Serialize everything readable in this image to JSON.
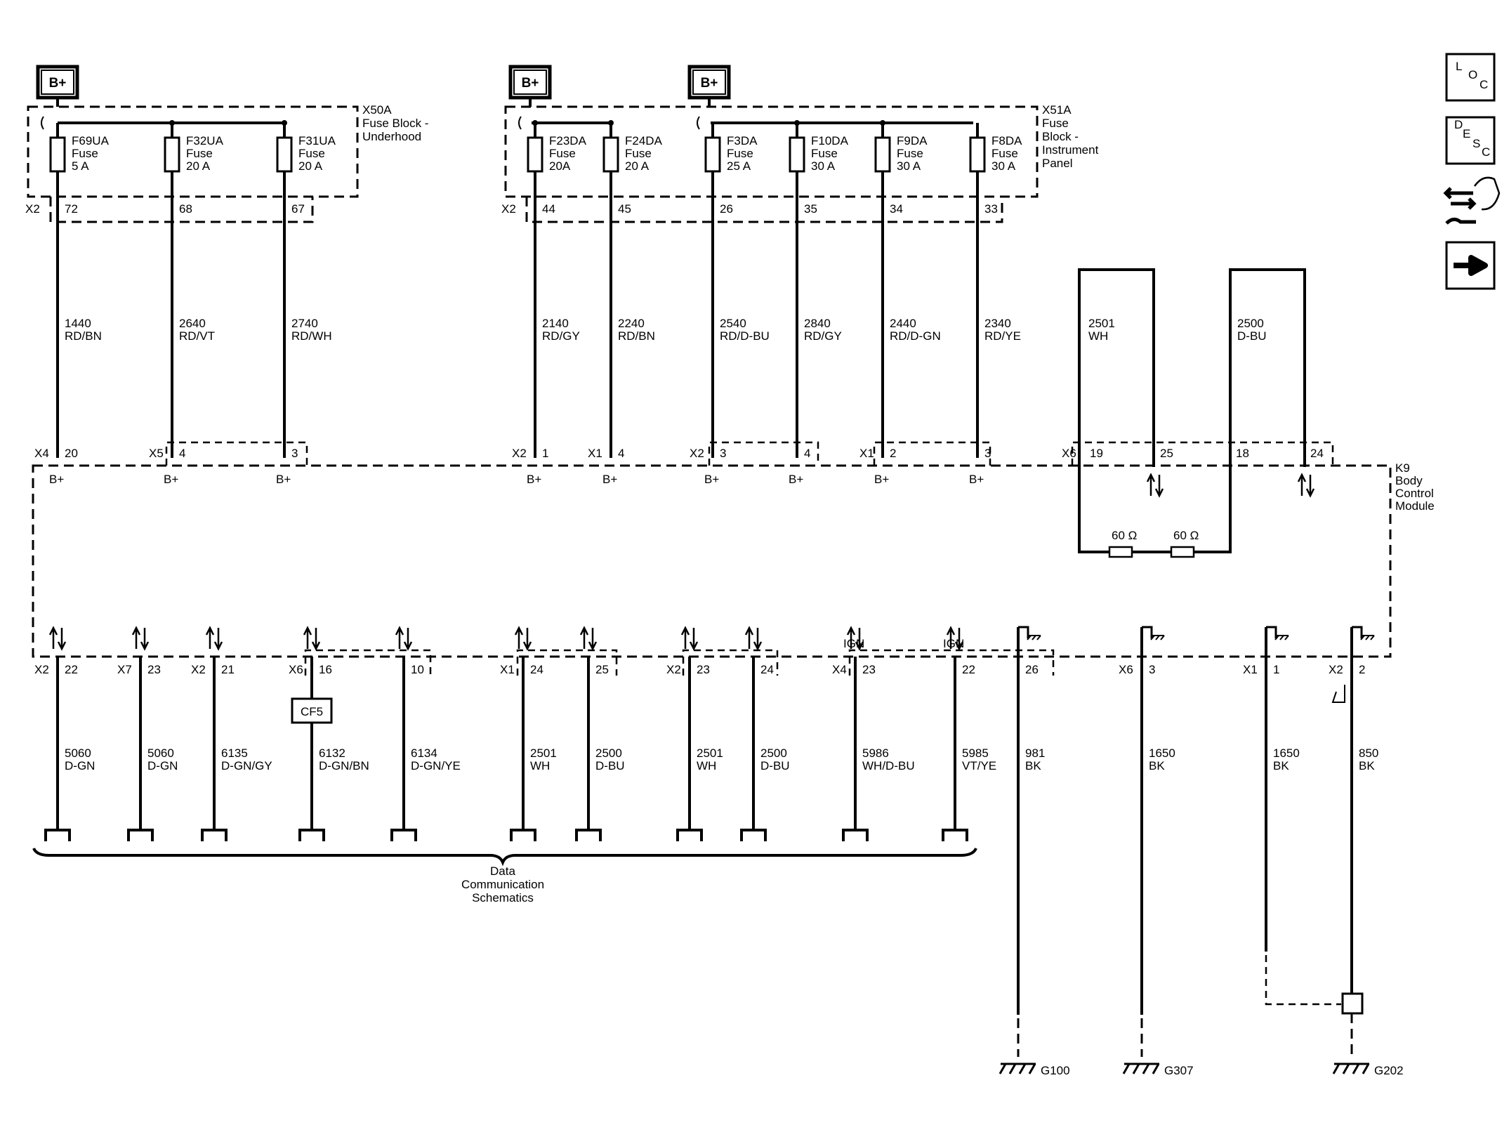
{
  "nav": {
    "loc": [
      "L",
      "O",
      "C"
    ],
    "desc": [
      "D",
      "E",
      "S",
      "C"
    ]
  },
  "power_label": "B+",
  "fuse_blocks": [
    {
      "id": "X50A",
      "lines": [
        "X50A",
        "Fuse Block -",
        "Underhood"
      ],
      "connector": "X2"
    },
    {
      "id": "X51A",
      "lines": [
        "X51A",
        "Fuse",
        "Block -",
        "Instrument",
        "Panel"
      ],
      "connector": "X2"
    }
  ],
  "fuses": [
    {
      "name": "F69UA",
      "type": "Fuse",
      "rating": "5 A",
      "pin": "72",
      "circuit": "1440",
      "color": "RD/BN",
      "bcm_conn": "X4",
      "bcm_pin": "20",
      "bcm_label": "B+"
    },
    {
      "name": "F32UA",
      "type": "Fuse",
      "rating": "20 A",
      "pin": "68",
      "circuit": "2640",
      "color": "RD/VT",
      "bcm_conn": "X5",
      "bcm_pin": "4",
      "bcm_label": "B+"
    },
    {
      "name": "F31UA",
      "type": "Fuse",
      "rating": "20 A",
      "pin": "67",
      "circuit": "2740",
      "color": "RD/WH",
      "bcm_conn": "",
      "bcm_pin": "3",
      "bcm_label": "B+"
    },
    {
      "name": "F23DA",
      "type": "Fuse",
      "rating": "20A",
      "pin": "44",
      "circuit": "2140",
      "color": "RD/GY",
      "bcm_conn": "X2",
      "bcm_pin": "1",
      "bcm_label": "B+"
    },
    {
      "name": "F24DA",
      "type": "Fuse",
      "rating": "20 A",
      "pin": "45",
      "circuit": "2240",
      "color": "RD/BN",
      "bcm_conn": "X1",
      "bcm_pin": "4",
      "bcm_label": "B+"
    },
    {
      "name": "F3DA",
      "type": "Fuse",
      "rating": "25 A",
      "pin": "26",
      "circuit": "2540",
      "color": "RD/D-BU",
      "bcm_conn": "X2",
      "bcm_pin": "3",
      "bcm_label": "B+"
    },
    {
      "name": "F10DA",
      "type": "Fuse",
      "rating": "30 A",
      "pin": "35",
      "circuit": "2840",
      "color": "RD/GY",
      "bcm_conn": "",
      "bcm_pin": "4",
      "bcm_label": "B+"
    },
    {
      "name": "F9DA",
      "type": "Fuse",
      "rating": "30 A",
      "pin": "34",
      "circuit": "2440",
      "color": "RD/D-GN",
      "bcm_conn": "X1",
      "bcm_pin": "2",
      "bcm_label": "B+"
    },
    {
      "name": "F8DA",
      "type": "Fuse",
      "rating": "30 A",
      "pin": "33",
      "circuit": "2340",
      "color": "RD/YE",
      "bcm_conn": "",
      "bcm_pin": "3",
      "bcm_label": "B+"
    }
  ],
  "can_loop": {
    "circuits": [
      {
        "circuit": "2501",
        "color": "WH"
      },
      {
        "circuit": "2500",
        "color": "D-BU"
      }
    ],
    "connector": "X6",
    "pins": [
      "19",
      "25",
      "18",
      "24"
    ],
    "resistors": [
      "60 Ω",
      "60 Ω"
    ]
  },
  "module": {
    "lines": [
      "K9",
      "Body",
      "Control",
      "Module"
    ]
  },
  "bottom_circuits": [
    {
      "conn": "X2",
      "pin": "22",
      "circuit": "5060",
      "color": "D-GN",
      "label": ""
    },
    {
      "conn": "X7",
      "pin": "23",
      "circuit": "5060",
      "color": "D-GN",
      "label": ""
    },
    {
      "conn": "X2",
      "pin": "21",
      "circuit": "6135",
      "color": "D-GN/GY",
      "label": ""
    },
    {
      "conn": "X6",
      "pin": "16",
      "circuit": "6132",
      "color": "D-GN/BN",
      "label": ""
    },
    {
      "conn": "",
      "pin": "10",
      "circuit": "6134",
      "color": "D-GN/YE",
      "label": ""
    },
    {
      "conn": "X1",
      "pin": "24",
      "circuit": "2501",
      "color": "WH",
      "label": ""
    },
    {
      "conn": "",
      "pin": "25",
      "circuit": "2500",
      "color": "D-BU",
      "label": ""
    },
    {
      "conn": "X2",
      "pin": "23",
      "circuit": "2501",
      "color": "WH",
      "label": ""
    },
    {
      "conn": "",
      "pin": "24",
      "circuit": "2500",
      "color": "D-BU",
      "label": ""
    },
    {
      "conn": "X4",
      "pin": "23",
      "circuit": "5986",
      "color": "WH/D-BU",
      "label": "IGN"
    },
    {
      "conn": "",
      "pin": "22",
      "circuit": "5985",
      "color": "VT/YE",
      "label": "IGN"
    }
  ],
  "inline_connector": "CF5",
  "data_comm_label": [
    "Data",
    "Communication",
    "Schematics"
  ],
  "grounds": [
    {
      "conn": "",
      "pin": "26",
      "circuit": "981",
      "color": "BK",
      "ground": "G100"
    },
    {
      "conn": "X6",
      "pin": "3",
      "circuit": "1650",
      "color": "BK",
      "ground": "G307"
    },
    {
      "conn": "X1",
      "pin": "1",
      "circuit": "1650",
      "color": "BK",
      "ground": ""
    },
    {
      "conn": "X2",
      "pin": "2",
      "circuit": "850",
      "color": "BK",
      "ground": "G202"
    }
  ]
}
